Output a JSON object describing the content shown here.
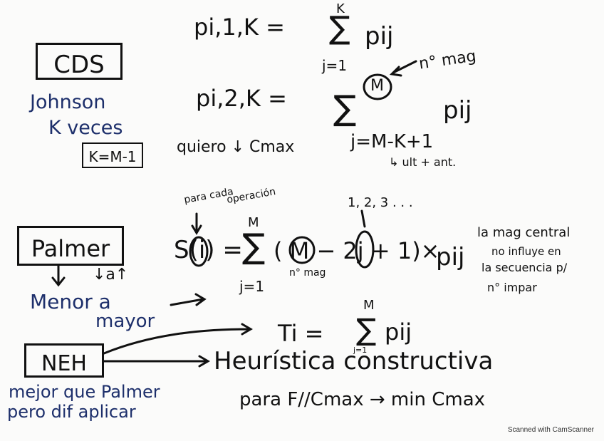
{
  "left": {
    "cds_label": "CDS",
    "johnson": "Johnson",
    "k_veces": "K veces",
    "k_formula": "K=M-1",
    "palmer_label": "Palmer",
    "down_ar": "↓a↑",
    "menor_a": "Menor a",
    "mayor": "mayor",
    "neh_label": "NEH",
    "mejor_note": "mejor que Palmer",
    "pero_note": "pero dif aplicar"
  },
  "formulas": {
    "f1_lhs": "pi,1,K =",
    "f1_sum_top": "K",
    "f1_sum_bottom": "j=1",
    "f1_rhs": "pij",
    "f2_lhs": "pi,2,K =",
    "f2_circle": "M",
    "f2_note": "n° mag",
    "f2_rhs": "pij",
    "f2_sum_bottom": "j=M-K+1",
    "quiero": "quiero ↓ Cmax",
    "ult_ant": "↳ ult + ant.",
    "para_cada": "para cada",
    "operacion": "operación",
    "seq_note": "1, 2, 3 . . .",
    "s_formula_lhs": "S(i) =",
    "s_sum_top": "M",
    "s_sum_bottom": "j=1",
    "s_formula_body": "( M − 2j + 1)×",
    "s_rhs": "pij",
    "n_mag": "n° mag",
    "la_mag": "la mag central",
    "no_influye": "no influye en",
    "secuencia": "la secuencia p/",
    "n_impar": "n° impar",
    "ti_lhs": "Ti =",
    "ti_sum_top": "M",
    "ti_sum_bottom": "j=1",
    "ti_rhs": "pij",
    "heuristica": "Heurística constructiva",
    "para_f": "para  F//Cmax → min Cmax"
  },
  "footer": "Scanned with CamScanner"
}
